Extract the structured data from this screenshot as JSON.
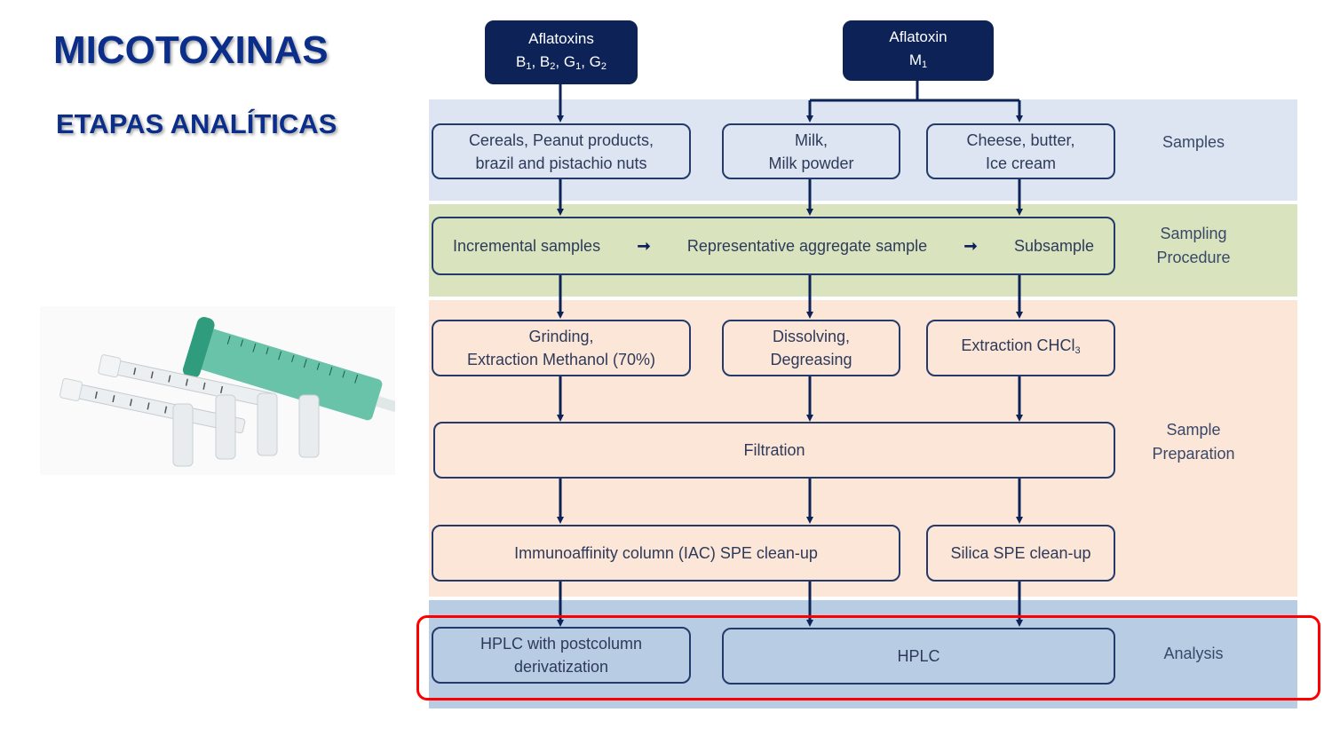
{
  "header": {
    "title": "MICOTOXINAS",
    "subtitle": "ETAPAS ANALÍTICAS"
  },
  "image": {
    "description": "syringes and syringe filters",
    "icon": "syringe-photo"
  },
  "sources": [
    {
      "line1": "Aflatoxins",
      "line2_parts": [
        "B",
        "1",
        ", B",
        "2",
        ", G",
        "1",
        ", G",
        "2"
      ]
    },
    {
      "line1": "Aflatoxin",
      "line2_parts": [
        "M",
        "1"
      ]
    }
  ],
  "stages": {
    "samples": "Samples",
    "sampling_line1": "Sampling",
    "sampling_line2": "Procedure",
    "prep_line1": "Sample",
    "prep_line2": "Preparation",
    "analysis": "Analysis"
  },
  "samples": [
    {
      "line1": "Cereals, Peanut products,",
      "line2": "brazil and pistachio nuts"
    },
    {
      "line1": "Milk,",
      "line2": "Milk powder"
    },
    {
      "line1": "Cheese, butter,",
      "line2": "Ice cream"
    }
  ],
  "sampling": {
    "steps": [
      "Incremental samples",
      "Representative aggregate sample",
      "Subsample"
    ],
    "arrow": "➞"
  },
  "preparation": {
    "step1": [
      {
        "line1": "Grinding,",
        "line2": "Extraction Methanol (70%)"
      },
      {
        "line1": "Dissolving,",
        "line2": "Degreasing"
      },
      {
        "text": "Extraction CHCl",
        "sub": "3"
      }
    ],
    "filtration": "Filtration",
    "cleanup": [
      "Immunoaffinity column (IAC) SPE clean-up",
      "Silica SPE clean-up"
    ]
  },
  "analysis": {
    "methods": [
      {
        "line1": "HPLC with postcolumn",
        "line2": "derivatization"
      },
      {
        "line1": "HPLC"
      }
    ],
    "highlight_color": "#ff0000"
  },
  "colors": {
    "title": "#0b2e8a",
    "dark_box": "#0d2257",
    "samples_band": "#dce5f1",
    "sampling_band": "#d9e4bf",
    "prep_band": "#fce6d8",
    "analysis_band": "#b8cde4"
  }
}
